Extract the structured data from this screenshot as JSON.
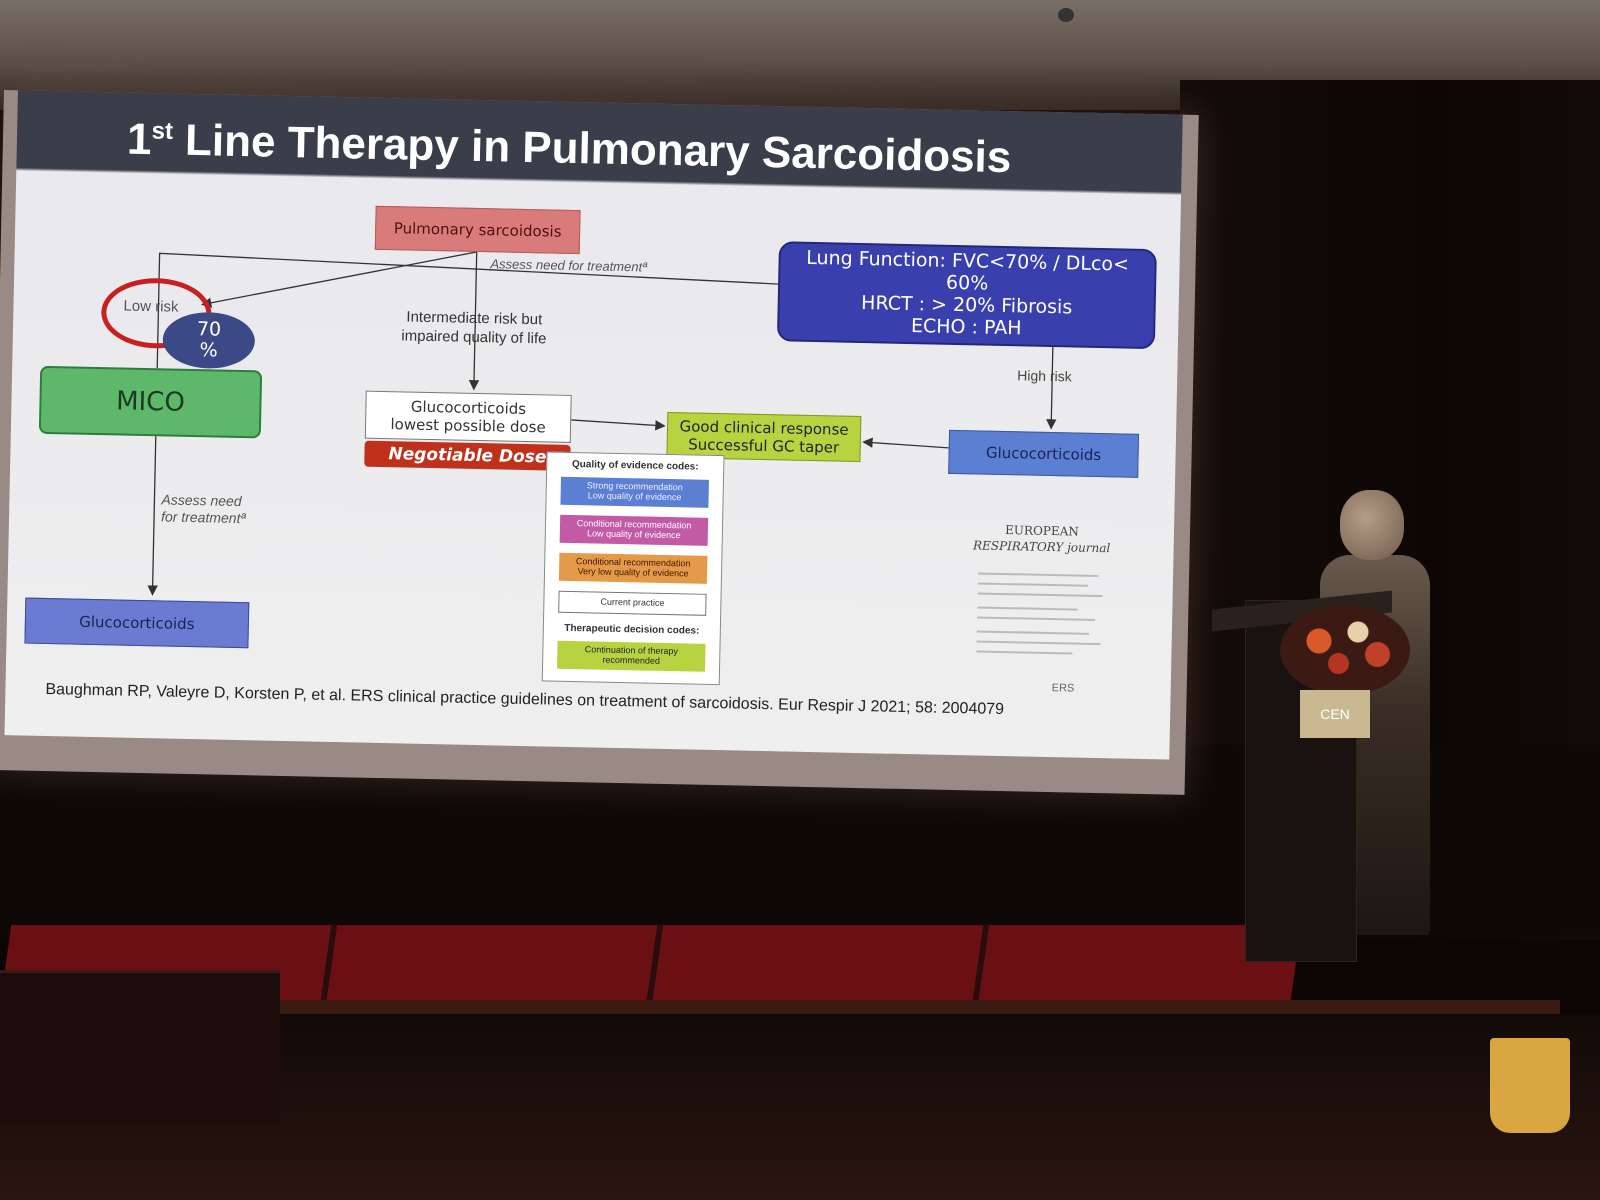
{
  "slide": {
    "title": "1",
    "title_sup": "st",
    "title_rest": " Line Therapy in Pulmonary Sarcoidosis",
    "box_pulmonary": "Pulmonary sarcoidosis",
    "lung_function": {
      "line1": "Lung Function: FVC<70% / DLco<",
      "line2": "60%",
      "line3": "HRCT : > 20% Fibrosis",
      "line4": "ECHO : PAH"
    },
    "assess_need_top": "Assess need for treatmentª",
    "low_risk": "Low risk",
    "badge_70_line1": "70",
    "badge_70_line2": "%",
    "mico": "MICO",
    "intermediate": "Intermediate risk but impaired quality of life",
    "gc_lowest_line1": "Glucocorticoids",
    "gc_lowest_line2": "lowest possible dose",
    "negotiable_dose": "Negotiable Dose",
    "good_response_line1": "Good clinical response",
    "good_response_line2": "Successful GC taper",
    "high_risk": "High risk",
    "gc_right": "Glucocorticoids",
    "assess_need_left_line1": "Assess need",
    "assess_need_left_line2": "for treatmentª",
    "gc_left": "Glucocorticoids",
    "citation": "Baughman RP, Valeyre D, Korsten P, et al. ERS clinical practice guidelines on treatment of sarcoidosis. Eur Respir J 2021; 58: 2004079"
  },
  "legend": {
    "quality_heading": "Quality of evidence codes:",
    "strong_l1": "Strong recommendation",
    "strong_l2": "Low quality of evidence",
    "cond_low_l1": "Conditional recommendation",
    "cond_low_l2": "Low quality of evidence",
    "cond_vlow_l1": "Conditional recommendation",
    "cond_vlow_l2": "Very low quality of evidence",
    "current": "Current practice",
    "decision_heading": "Therapeutic decision codes:",
    "continuation_l1": "Continuation of therapy",
    "continuation_l2": "recommended",
    "colors": {
      "strong": "#5a7fd3",
      "cond_low": "#c25aa6",
      "cond_vlow": "#e59a4a",
      "continuation": "#b8d340"
    }
  },
  "journal": {
    "line1": "EUROPEAN",
    "line2": "RESPIRATORY journal",
    "ers": "ERS"
  },
  "podium": {
    "sign": "CEN"
  },
  "colors": {
    "title_bar": "#3a3e4a",
    "lung_box": "#3a3fae",
    "mico_box": "#5eb86b",
    "low_risk_ring": "#c8201f",
    "carpet": "#6a0f12"
  }
}
